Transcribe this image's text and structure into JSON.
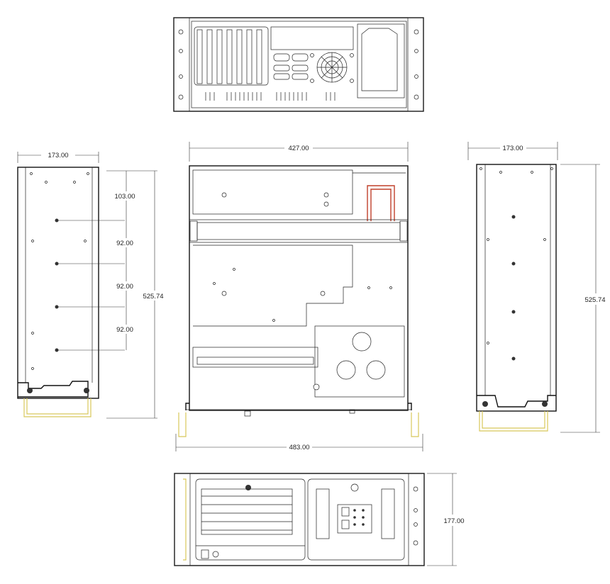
{
  "dimensions": {
    "left_width": "173.00",
    "left_seg1": "103.00",
    "left_seg2": "92.00",
    "left_seg3": "92.00",
    "left_seg4": "92.00",
    "left_depth": "525.74",
    "top_width": "427.00",
    "bottom_width": "483.00",
    "right_width": "173.00",
    "right_depth": "525.74",
    "front_height": "177.00"
  },
  "colors": {
    "outline": "#111111",
    "handle": "#d8c85a",
    "fan_duct": "#c0402a"
  }
}
